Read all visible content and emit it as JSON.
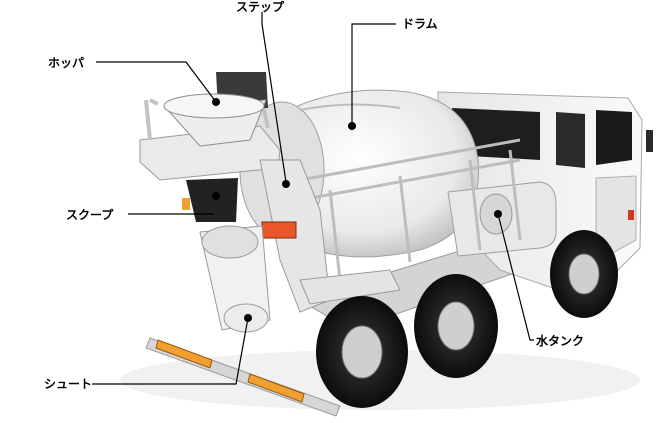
{
  "labels": {
    "step": "ステップ",
    "drum": "ドラム",
    "hopper": "ホッパ",
    "scoop": "スクープ",
    "water_tank": "水タンク",
    "chute": "シュート"
  },
  "colors": {
    "body": "#f2f2f2",
    "shade": "#c9c9c9",
    "dark": "#1e1e1e",
    "tire": "#151515",
    "reflector": "#f0a030",
    "lamp": "#e8562a",
    "line": "#000000"
  }
}
